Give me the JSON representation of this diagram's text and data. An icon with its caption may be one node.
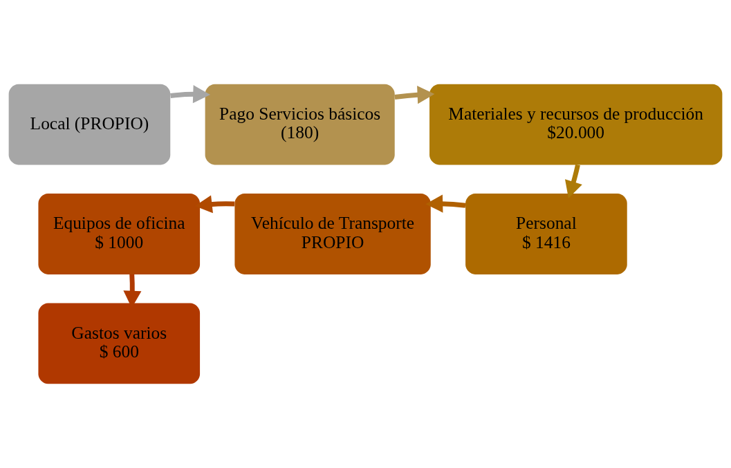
{
  "diagram": {
    "nodes": [
      {
        "text": [
          "Local (PROPIO)"
        ]
      },
      {
        "text": [
          "Pago Servicios básicos",
          "(180)"
        ]
      },
      {
        "text": [
          "Materiales y recursos de producción",
          "$20.000"
        ]
      },
      {
        "text": [
          "Personal",
          "$ 1416"
        ]
      },
      {
        "text": [
          "Vehículo de Transporte",
          "PROPIO"
        ]
      },
      {
        "text": [
          "Equipos de oficina",
          "$ 1000"
        ]
      },
      {
        "text": [
          "Gastos varios",
          "$ 600"
        ]
      }
    ],
    "edges": [
      {
        "from": 0,
        "to": 1,
        "arrow": "to",
        "color": "#a6a6a6"
      },
      {
        "from": 1,
        "to": 2,
        "arrow": "to",
        "color": "#b3924f"
      },
      {
        "from": 2,
        "to": 3,
        "arrow": "to",
        "color": "#ad7b08"
      },
      {
        "from": 3,
        "to": 4,
        "arrow": "to",
        "color": "#b06000"
      },
      {
        "from": 4,
        "to": 5,
        "arrow": "to",
        "color": "#b04a00"
      },
      {
        "from": 5,
        "to": 6,
        "arrow": "to",
        "color": "#b03a00"
      }
    ]
  }
}
